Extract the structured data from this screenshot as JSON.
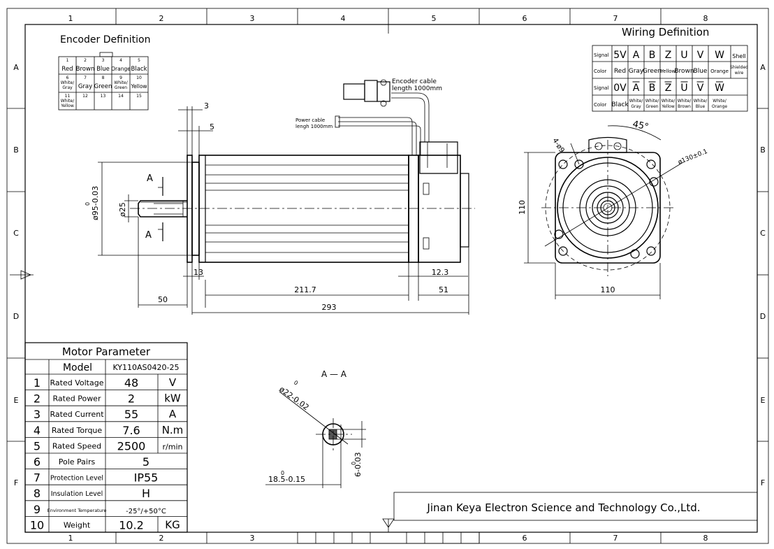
{
  "border": {
    "columns": [
      "1",
      "2",
      "3",
      "4",
      "5",
      "6",
      "7",
      "8"
    ],
    "rows": [
      "A",
      "B",
      "C",
      "D",
      "E",
      "F"
    ]
  },
  "encoder": {
    "title": "Encoder Definition",
    "pins": [
      {
        "num": "1",
        "label": "Red"
      },
      {
        "num": "2",
        "label": "Brown"
      },
      {
        "num": "3",
        "label": "Blue"
      },
      {
        "num": "4",
        "label": "Orange"
      },
      {
        "num": "5",
        "label": "Black"
      },
      {
        "num": "6",
        "label": "White/ Gray"
      },
      {
        "num": "7",
        "label": "Gray"
      },
      {
        "num": "8",
        "label": "Green"
      },
      {
        "num": "9",
        "label": "White/ Green"
      },
      {
        "num": "10",
        "label": "Yellow"
      },
      {
        "num": "11",
        "label": "White/ Yellow"
      },
      {
        "num": "12",
        "label": ""
      },
      {
        "num": "13",
        "label": ""
      },
      {
        "num": "14",
        "label": ""
      },
      {
        "num": "15",
        "label": ""
      }
    ]
  },
  "wiring": {
    "title": "Wiring Definition",
    "row_labels": [
      "Signal",
      "Color",
      "Signal",
      "Color"
    ],
    "signals_1": [
      "5V",
      "A",
      "B",
      "Z",
      "U",
      "V",
      "W",
      "Shell"
    ],
    "colors_1": [
      "Red",
      "Gray",
      "Green",
      "Yellow",
      "Brown",
      "Blue",
      "Orange",
      "Shielded wire"
    ],
    "signals_2": [
      "0V",
      "A",
      "B",
      "Z",
      "U",
      "V",
      "W"
    ],
    "colors_2": [
      "Black",
      "White/ Gray",
      "White/ Green",
      "White/ Yellow",
      "White/ Brown",
      "White/ Blue",
      "White/ Orange"
    ]
  },
  "side_view": {
    "encoder_cable": "Encoder cable length 1000mm",
    "power_cable": "Power cable lengh 1000mm",
    "section_mark": "A",
    "dims": {
      "flange_thickness": "3",
      "pilot_depth": "5",
      "pilot_diameter": "ø95-0.03",
      "pilot_tol_upper": "0",
      "shaft_diameter": "ø25",
      "shoulder": "13",
      "body_length": "211.7",
      "rear_offset": "12.3",
      "rear_length": "51",
      "shaft_length": "50",
      "overall_length": "293"
    }
  },
  "end_view": {
    "bolt_holes": "4-ø9",
    "angle": "45°",
    "pcd": "ø130±0.1",
    "height": "110",
    "width": "110"
  },
  "section": {
    "title": "A — A",
    "shaft": "ø22-0.02",
    "shaft_tol_upper": "0",
    "key_height": "18.5-0.15",
    "key_height_upper": "0",
    "key_width": "6-0.03",
    "key_width_upper": "0"
  },
  "parameters": {
    "title": "Motor Parameter",
    "model_label": "Model",
    "model_value": "KY110AS0420-25",
    "rows": [
      {
        "no": "1",
        "name": "Rated Voltage",
        "value": "48",
        "unit": "V"
      },
      {
        "no": "2",
        "name": "Rated Power",
        "value": "2",
        "unit": "kW"
      },
      {
        "no": "3",
        "name": "Rated Current",
        "value": "55",
        "unit": "A"
      },
      {
        "no": "4",
        "name": "Rated Torque",
        "value": "7.6",
        "unit": "N.m"
      },
      {
        "no": "5",
        "name": "Rated Speed",
        "value": "2500",
        "unit": "r/min"
      },
      {
        "no": "6",
        "name": "Pole Pairs",
        "value": "5",
        "unit": ""
      },
      {
        "no": "7",
        "name": "Protection Level",
        "value": "IP55",
        "unit": ""
      },
      {
        "no": "8",
        "name": "Insulation Level",
        "value": "H",
        "unit": ""
      },
      {
        "no": "9",
        "name": "Environment Temperature",
        "value": "-25°/+50°C",
        "unit": ""
      },
      {
        "no": "10",
        "name": "Weight",
        "value": "10.2",
        "unit": "KG"
      }
    ]
  },
  "company": "Jinan Keya Electron Science and Technology Co.,Ltd."
}
